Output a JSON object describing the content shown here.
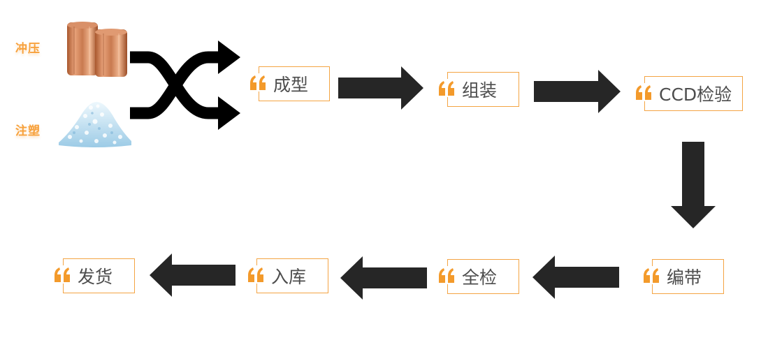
{
  "sources": [
    {
      "label": "冲压",
      "picture": "copper-coils"
    },
    {
      "label": "注塑",
      "picture": "plastic-pellets"
    }
  ],
  "steps": [
    {
      "label": "成型"
    },
    {
      "label": "组装"
    },
    {
      "label": "CCD检验"
    },
    {
      "label": "编带"
    },
    {
      "label": "全检"
    },
    {
      "label": "入库"
    },
    {
      "label": "发货"
    }
  ],
  "flow": [
    "冲压/注塑 → 成型",
    "成型 → 组装",
    "组装 → CCD检验",
    "CCD检验 → 编带",
    "编带 → 全检",
    "全检 → 入库",
    "入库 → 发货"
  ],
  "colors": {
    "box_border": "#f4a443",
    "quote_icon": "#f39a2b",
    "arrow": "#262626",
    "text": "#4d4d4d",
    "source_label": "#f7a13c"
  },
  "icons": {
    "box_prefix": "quote-mark-icon",
    "merge": "shuffle-arrows-icon"
  }
}
